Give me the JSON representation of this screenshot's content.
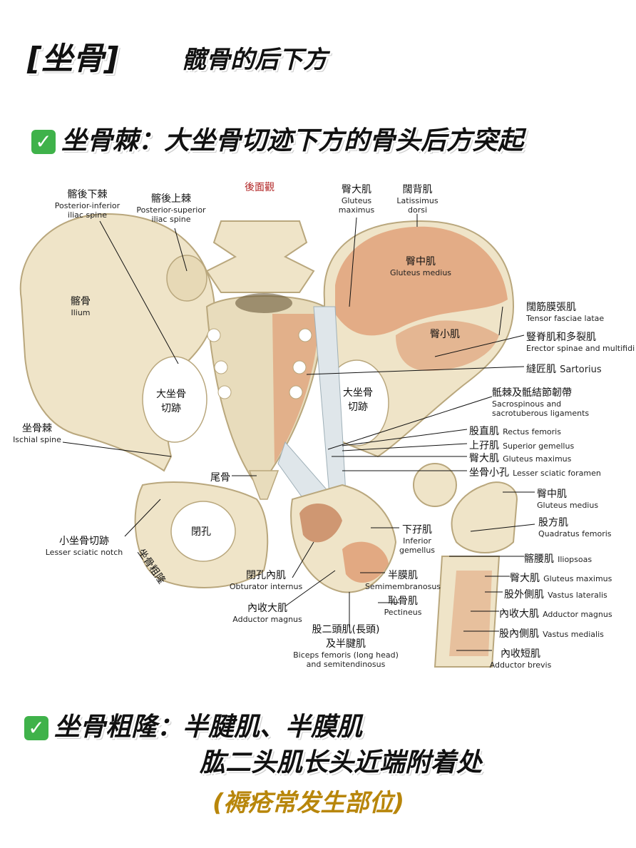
{
  "header": {
    "bracket_title": "[坐骨]",
    "subtitle": "髋骨的后下方"
  },
  "point1": {
    "check": "✓",
    "text": "坐骨棘：大坐骨切迹下方的骨头后方突起"
  },
  "point2": {
    "check": "✓",
    "line1": "坐骨粗隆：半腱肌、半膜肌",
    "line2": "肱二头肌长头近端附着处",
    "note": "(褥疮常发生部位)"
  },
  "figure": {
    "view": "後面觀",
    "labels": {
      "piis_zh": "髂後下棘",
      "piis_en1": "Posterior-inferior",
      "piis_en2": "iliac spine",
      "psis_zh": "髂後上棘",
      "psis_en1": "Posterior-superior",
      "psis_en2": "iliac spine",
      "gmax_top_zh": "臀大肌",
      "gmax_top_en1": "Gluteus",
      "gmax_top_en2": "maximus",
      "ld_zh": "闊背肌",
      "ld_en1": "Latissimus",
      "ld_en2": "dorsi",
      "ilium_zh": "髂骨",
      "ilium_en": "Ilium",
      "gmed_zh": "臀中肌",
      "gmed_en": "Gluteus medius",
      "gmin_zh": "臀小肌",
      "tfl_zh": "闊筋膜張肌",
      "tfl_en": "Tensor fasciae latae",
      "esm_zh": "豎脊肌和多裂肌",
      "esm_en": "Erector spinae and multifidi",
      "sart_zh": "縫匠肌",
      "sart_en": "Sartorius",
      "gsn_left1": "大坐骨",
      "gsn_left2": "切跡",
      "gsn_right1": "大坐骨",
      "gsn_right2": "切跡",
      "ssl_zh": "骶棘及骶結節韌帶",
      "ssl_en1": "Sacrospinous and",
      "ssl_en2": "sacrotuberous ligaments",
      "rf_zh": "股直肌",
      "rf_en": "Rectus femoris",
      "sg_zh": "上孖肌",
      "sg_en": "Superior gemellus",
      "gmax2_zh": "臀大肌",
      "gmax2_en": "Gluteus maximus",
      "lsf_zh": "坐骨小孔",
      "lsf_en": "Lesser sciatic foramen",
      "ispine_zh": "坐骨棘",
      "ispine_en": "Ischial spine",
      "coccyx_zh": "尾骨",
      "gmed2_zh": "臀中肌",
      "gmed2_en": "Gluteus medius",
      "qf_zh": "股方肌",
      "qf_en": "Quadratus femoris",
      "obf_zh": "閉孔",
      "lsn_zh": "小坐骨切跡",
      "lsn_en": "Lesser sciatic notch",
      "itub_zh": "坐骨粗隆",
      "ig_zh": "下孖肌",
      "ig_en1": "Inferior",
      "ig_en2": "gemellus",
      "ilio_zh": "髂腰肌",
      "ilio_en": "Iliopsoas",
      "gmax3_zh": "臀大肌",
      "gmax3_en": "Gluteus maximus",
      "oi_zh": "閉孔內肌",
      "oi_en": "Obturator internus",
      "sm_zh": "半膜肌",
      "sm_en": "Semimembranosus",
      "vl_zh": "股外側肌",
      "vl_en": "Vastus lateralis",
      "am_zh": "內收大肌",
      "am_en": "Adductor magnus",
      "pect_zh": "恥骨肌",
      "pect_en": "Pectineus",
      "am2_zh": "內收大肌",
      "am2_en": "Adductor magnus",
      "vm_zh": "股內側肌",
      "vm_en": "Vastus medialis",
      "bf_zh1": "股二頭肌(長頭)",
      "bf_zh2": "及半腱肌",
      "bf_en1": "Biceps femoris (long head)",
      "bf_en2": "and semitendinosus",
      "ab_zh": "內收短肌",
      "ab_en": "Adductor brevis"
    }
  },
  "colors": {
    "bone": "#efe4c8",
    "bone_shade": "#cbb88e",
    "muscle": "#e0a27a",
    "ligament": "#dfe6ea",
    "note": "#b8860b",
    "check": "#3fb24a"
  }
}
